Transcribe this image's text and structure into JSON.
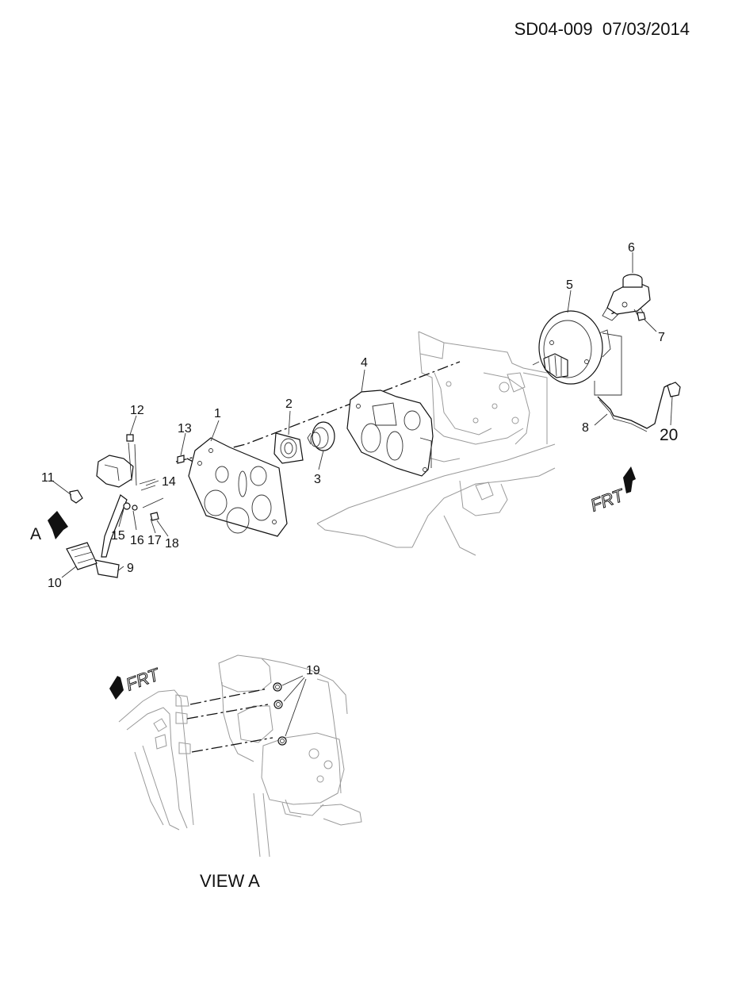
{
  "header": {
    "doc_id": "SD04-009",
    "date": "07/03/2014"
  },
  "callouts": {
    "c1": "1",
    "c2": "2",
    "c3": "3",
    "c4": "4",
    "c5": "5",
    "c6": "6",
    "c7": "7",
    "c8": "8",
    "c9": "9",
    "c10": "10",
    "c11": "11",
    "c12": "12",
    "c13": "13",
    "c14": "14",
    "c15": "15",
    "c16": "16",
    "c17": "17",
    "c18": "18",
    "c19": "19",
    "c20": "20"
  },
  "view_marker": "A",
  "direction_label": "FRT",
  "view_caption": "VIEW  A"
}
